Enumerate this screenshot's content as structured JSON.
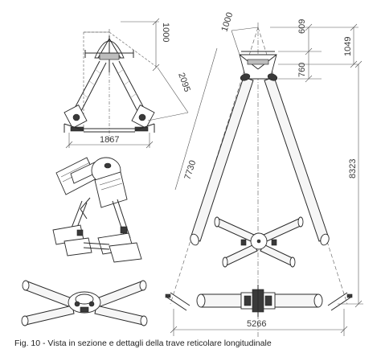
{
  "caption": "Fig. 10 - Vista in sezione e dettagli della trave reticolare longitudinale",
  "dimensions": {
    "left_top": "1000",
    "left_diagonal": "2095",
    "left_bottom": "1867",
    "main_top": "1000",
    "main_609": "609",
    "main_760": "760",
    "main_1049": "1049",
    "main_diagonal": "7730",
    "main_height": "8323",
    "main_bottom": "5266"
  },
  "colors": {
    "line": "#2a2a2a",
    "shade": "#3a3a3a",
    "text": "#3a3a3a"
  }
}
